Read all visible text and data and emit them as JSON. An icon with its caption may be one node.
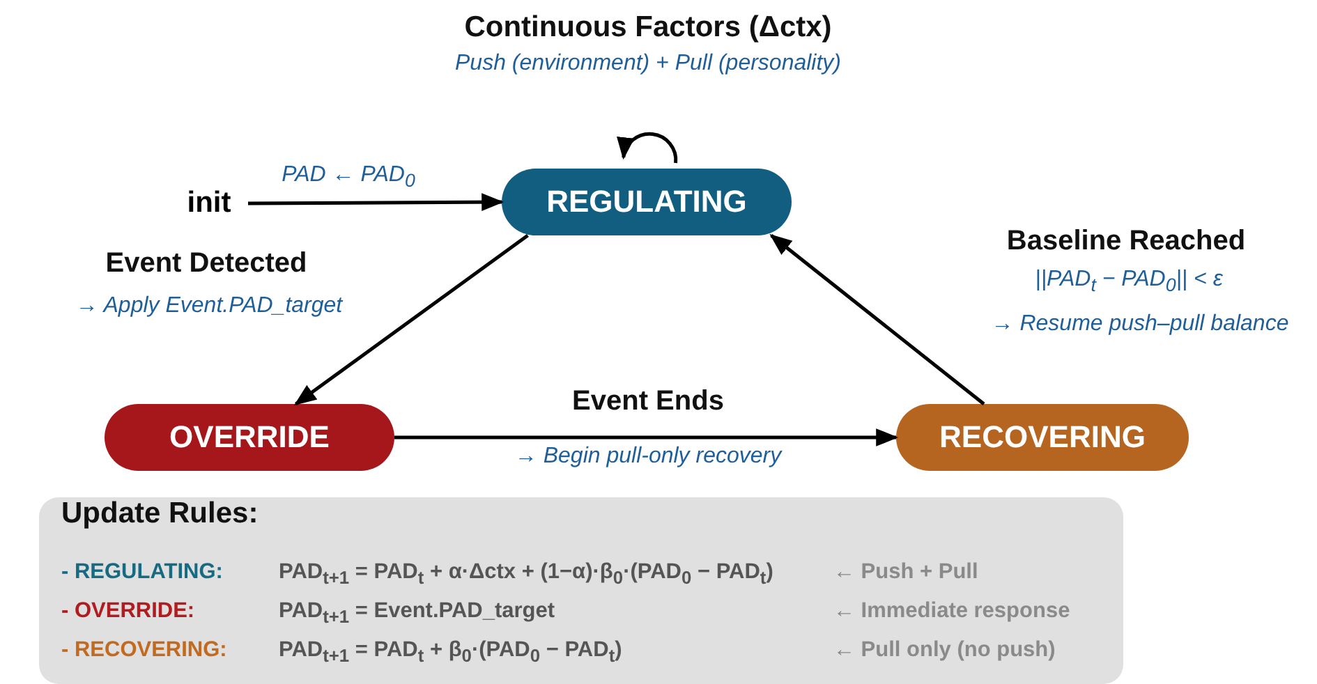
{
  "diagram": {
    "nodes": [
      {
        "text": [
          "init"
        ]
      },
      {
        "text": [
          "REGULATING"
        ]
      },
      {
        "text": [
          "OVERRIDE"
        ]
      },
      {
        "text": [
          "RECOVERING"
        ]
      },
      {
        "text": [
          "Update Rules:"
        ]
      }
    ],
    "edges": [
      {
        "from": 0,
        "to": 1,
        "arrow": "to"
      },
      {
        "from": 1,
        "to": 1,
        "arrow": "to"
      },
      {
        "from": 1,
        "to": 2,
        "arrow": "to"
      },
      {
        "from": 2,
        "to": 3,
        "arrow": "to"
      },
      {
        "from": 3,
        "to": 1,
        "arrow": "to"
      }
    ],
    "labels": [
      "Continuous Factors (Δctx)",
      "Push (environment) + Pull (personality)",
      "PAD ← PAD$_{0}$",
      "Event Detected",
      "→ Apply Event.PAD_target",
      "Baseline Reached",
      "||PAD$_{t}$ − PAD$_{0}$|| < ε",
      "→ Resume push–pull balance",
      "Event Ends",
      "→ Begin pull-only recovery",
      "- REGULATING:",
      "PAD$_{t+1}$ = PAD$_{t}$ + α·Δctx + (1−α)·β$_{0}$·(PAD$_{0}$ − PAD$_{t}$)",
      "← Push + Pull",
      "- OVERRIDE:",
      "PAD$_{t+1}$ = Event.PAD_target",
      "← Immediate response",
      "- RECOVERING:",
      "PAD$_{t+1}$ = PAD$_{t}$ + β$_{0}$·(PAD$_{0}$ − PAD$_{t}$)",
      "← Pull only (no push)"
    ]
  }
}
